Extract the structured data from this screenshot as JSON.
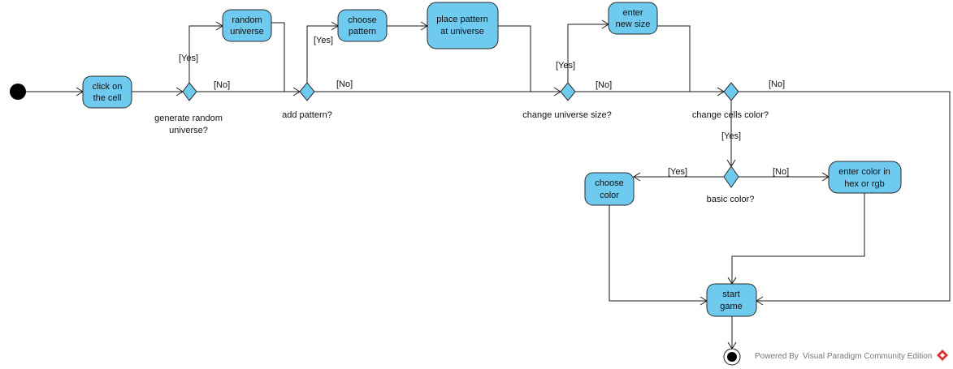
{
  "activities": {
    "click_cell": [
      "click on",
      "the cell"
    ],
    "random_universe": [
      "random",
      "universe"
    ],
    "choose_pattern": [
      "choose",
      "pattern"
    ],
    "place_pattern": [
      "place pattern",
      "at universe"
    ],
    "enter_size": [
      "enter",
      "new size"
    ],
    "choose_color": [
      "choose",
      "color"
    ],
    "enter_color": [
      "enter color in",
      "hex or rgb"
    ],
    "start_game": [
      "start",
      "game"
    ]
  },
  "decisions": {
    "generate_random": [
      "generate random",
      "universe?"
    ],
    "add_pattern": "add pattern?",
    "change_size": "change universe size?",
    "change_color": "change cells color?",
    "basic_color": "basic color?"
  },
  "guards": {
    "yes": "[Yes]",
    "no": "[No]"
  },
  "footer": {
    "powered_by": "Powered By",
    "tool": "Visual Paradigm Community Edition",
    "logo": "visual-paradigm-logo",
    "logo_color": "#d9342b"
  },
  "colors": {
    "node_fill": "#6fcaf0",
    "stroke": "#1a1a1a"
  }
}
